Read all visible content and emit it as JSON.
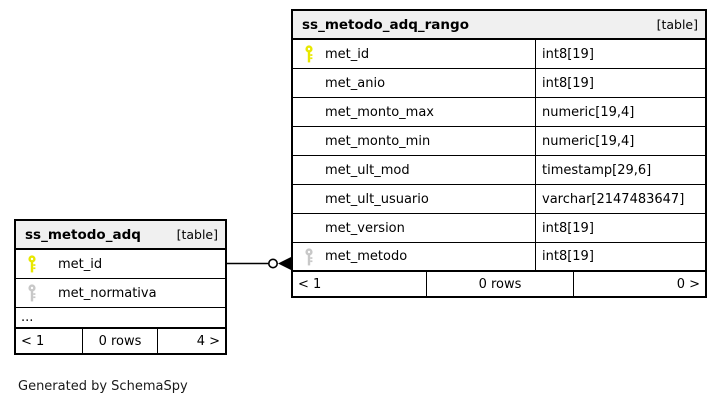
{
  "diagram": {
    "caption": "Generated by SchemaSpy",
    "colors": {
      "primary_key": "#e8e800",
      "foreign_key": "#c0c0c0",
      "header_bg": "#f0f0f0",
      "border": "#000000",
      "text": "#000000"
    }
  },
  "tables": [
    {
      "name": "ss_metodo_adq_rango",
      "kind": "[table]",
      "columns": [
        {
          "key_icon": "primary-key-icon",
          "name": "met_id",
          "type": "int8[19]"
        },
        {
          "key_icon": "none",
          "name": "met_anio",
          "type": "int8[19]"
        },
        {
          "key_icon": "none",
          "name": "met_monto_max",
          "type": "numeric[19,4]"
        },
        {
          "key_icon": "none",
          "name": "met_monto_min",
          "type": "numeric[19,4]"
        },
        {
          "key_icon": "none",
          "name": "met_ult_mod",
          "type": "timestamp[29,6]"
        },
        {
          "key_icon": "none",
          "name": "met_ult_usuario",
          "type": "varchar[2147483647]"
        },
        {
          "key_icon": "none",
          "name": "met_version",
          "type": "int8[19]"
        },
        {
          "key_icon": "foreign-key-icon",
          "name": "met_metodo",
          "type": "int8[19]"
        }
      ],
      "has_ellipsis_row": false,
      "ellipsis": "",
      "footer": {
        "prev": "< 1",
        "rows": "0 rows",
        "next": "0 >"
      }
    },
    {
      "name": "ss_metodo_adq",
      "kind": "[table]",
      "columns": [
        {
          "key_icon": "primary-key-icon",
          "name": "met_id",
          "type": ""
        },
        {
          "key_icon": "foreign-key-icon",
          "name": "met_normativa",
          "type": ""
        }
      ],
      "has_ellipsis_row": true,
      "ellipsis": "...",
      "footer": {
        "prev": "< 1",
        "rows": "0 rows",
        "next": "4 >"
      }
    }
  ],
  "relationship": {
    "from_table": "ss_metodo_adq",
    "from_column": "met_id",
    "to_table": "ss_metodo_adq_rango",
    "to_column": "met_metodo",
    "from_cardinality": "zero-or-one",
    "to_cardinality": "many"
  }
}
